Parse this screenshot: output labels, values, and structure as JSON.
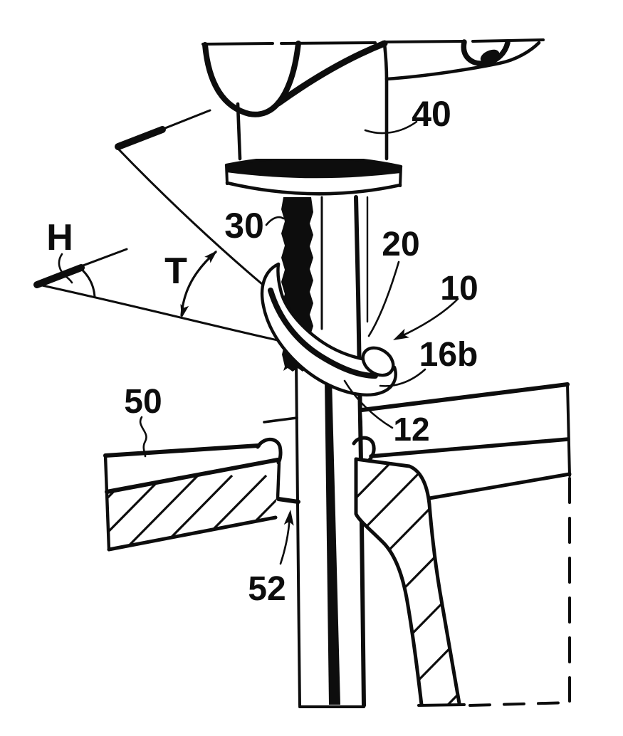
{
  "figure": {
    "kind": "patent-line-drawing",
    "description": "Cross-sectional perspective drawing of a faucet (40) mounted on a countertop/sink deck (50) with threaded rod (30), supply tube (20/12), curved mounting ring (10, end 16b), mounting hole (52), and angle indicators H and T.",
    "colors": {
      "ink": "#0d0d0d",
      "background": "#ffffff"
    },
    "labels": {
      "l40": {
        "text": "40"
      },
      "l30": {
        "text": "30"
      },
      "l20": {
        "text": "20"
      },
      "l10": {
        "text": "10"
      },
      "l16b": {
        "text": "16b"
      },
      "l12": {
        "text": "12"
      },
      "l50": {
        "text": "50"
      },
      "l52": {
        "text": "52"
      },
      "lH": {
        "text": "H"
      },
      "lT": {
        "text": "T"
      }
    }
  }
}
